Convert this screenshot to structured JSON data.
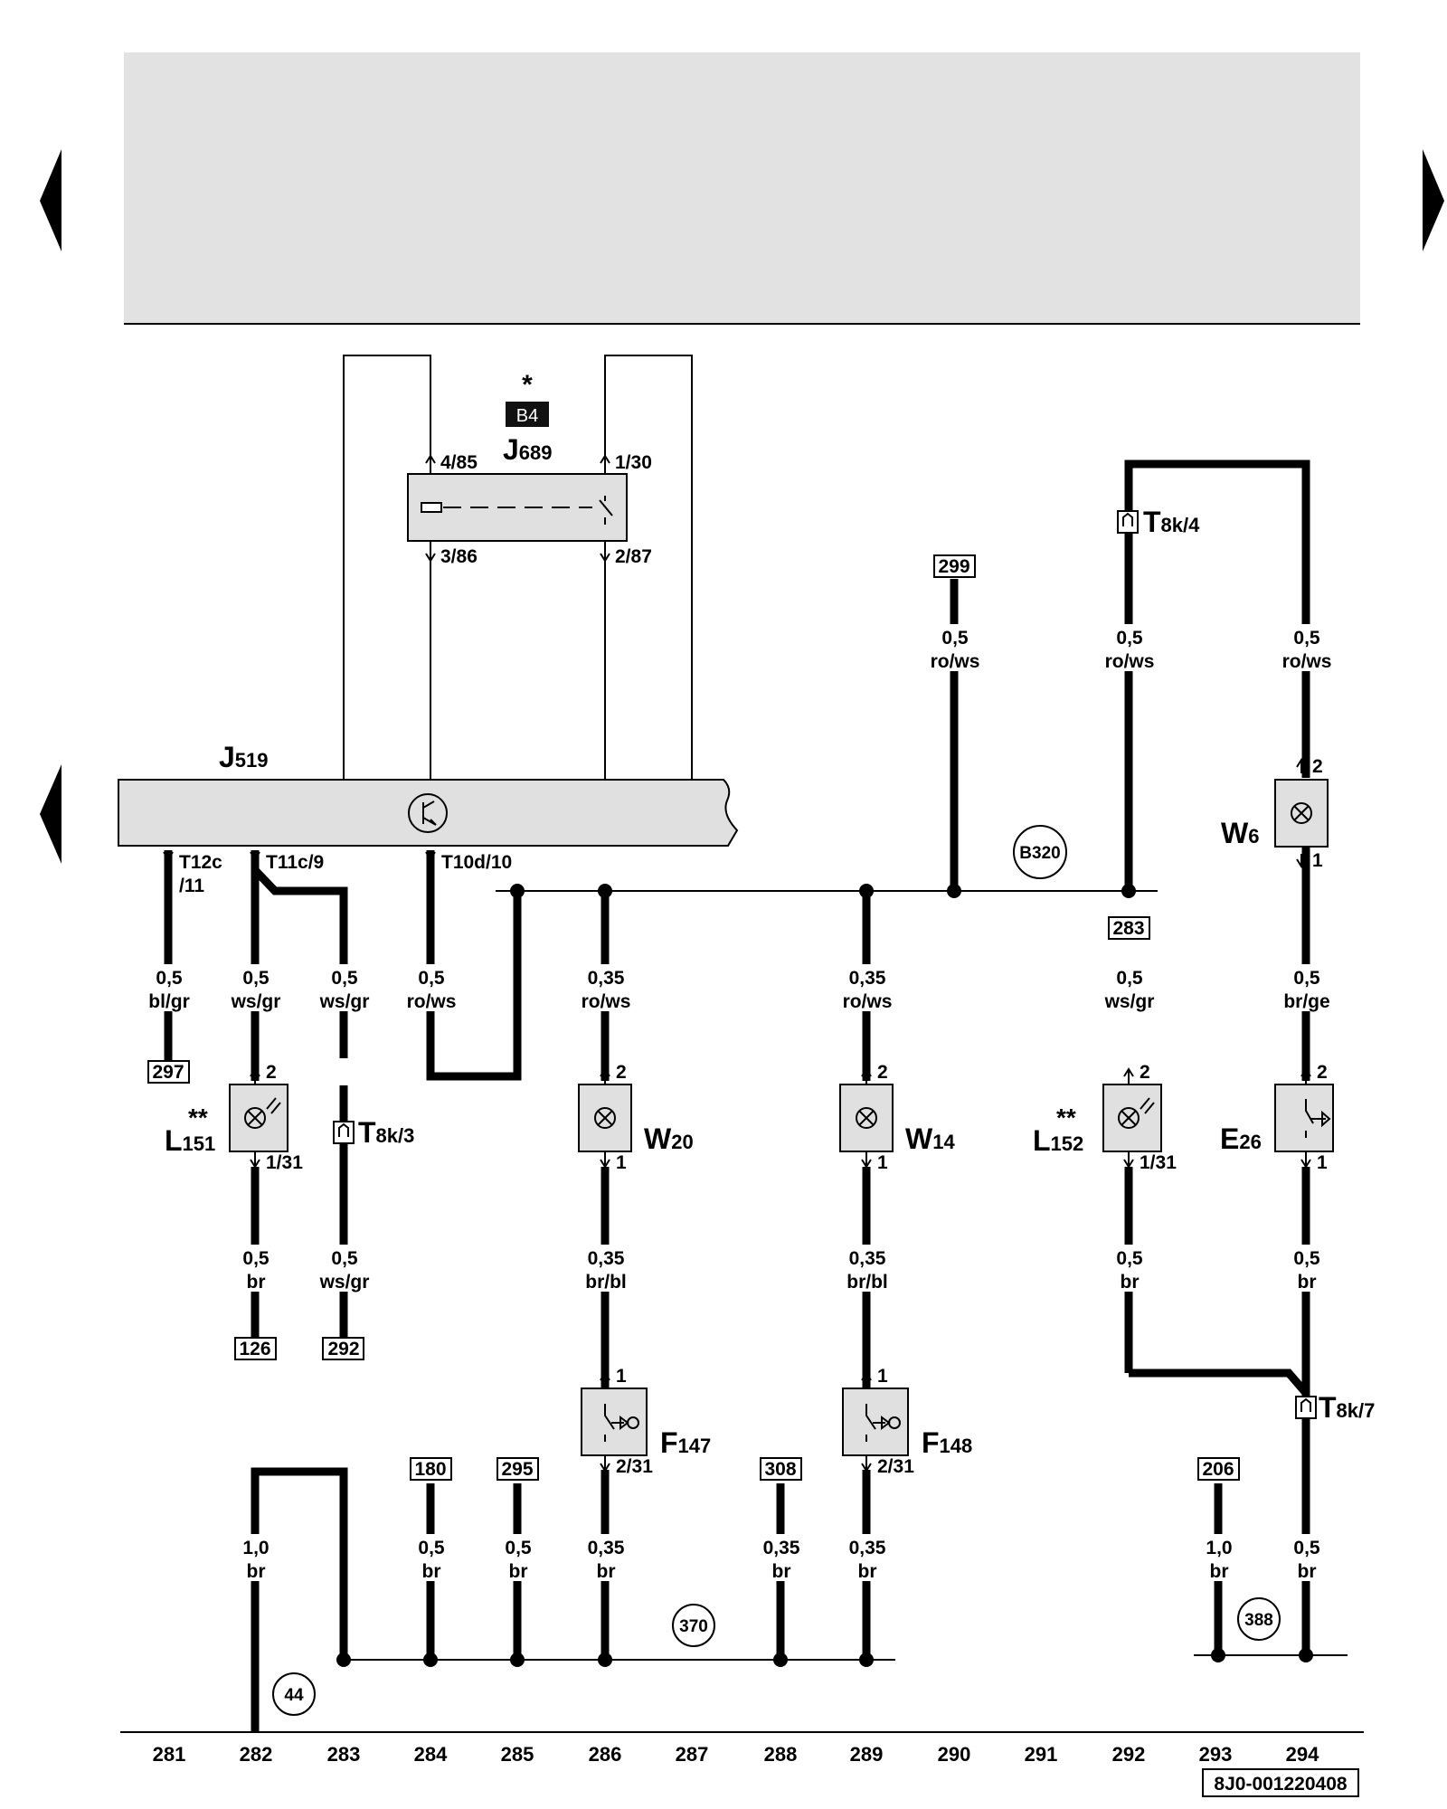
{
  "diagram_id": "8J0-001220408",
  "navigation": {
    "prev_page_arrow": "left-arrow-icon",
    "next_page_arrow": "right-arrow-icon",
    "prev_section_arrow": "left-arrow-icon"
  },
  "components": {
    "j689": {
      "letter": "J",
      "sub": "689",
      "badge": "B4",
      "asterisk": "*",
      "pins": [
        "4/85",
        "1/30",
        "3/86",
        "2/87"
      ]
    },
    "j519": {
      "letter": "J",
      "sub": "519"
    },
    "w6": {
      "letter": "W",
      "sub": "6",
      "pin_top": "2",
      "pin_bottom": "1"
    },
    "w20": {
      "letter": "W",
      "sub": "20",
      "pin_top": "2",
      "pin_bottom": "1"
    },
    "w14": {
      "letter": "W",
      "sub": "14",
      "pin_top": "2",
      "pin_bottom": "1"
    },
    "l151": {
      "letter": "L",
      "sub": "151",
      "mark": "**",
      "pin_top": "2",
      "pin_bottom": "1/31"
    },
    "l152": {
      "letter": "L",
      "sub": "152",
      "mark": "**",
      "pin_top": "2",
      "pin_bottom": "1/31"
    },
    "e26": {
      "letter": "E",
      "sub": "26",
      "pin_top": "2",
      "pin_bottom": "1"
    },
    "f147": {
      "letter": "F",
      "sub": "147",
      "pin_top": "1",
      "pin_bottom": "2/31"
    },
    "f148": {
      "letter": "F",
      "sub": "148",
      "pin_top": "1",
      "pin_bottom": "2/31"
    }
  },
  "connectors": {
    "t12c": {
      "line1": "T12c",
      "line2": "/11"
    },
    "t11c": "T11c/9",
    "t10d": "T10d/10",
    "t8k4": {
      "letter": "T",
      "sub": "8k/4"
    },
    "t8k3": {
      "letter": "T",
      "sub": "8k/3"
    },
    "t8k7": {
      "letter": "T",
      "sub": "8k/7"
    }
  },
  "wires": [
    {
      "size": "0,5",
      "color": "ro/ws"
    },
    {
      "size": "0,5",
      "color": "ro/ws"
    },
    {
      "size": "0,5",
      "color": "ro/ws"
    },
    {
      "size": "0,5",
      "color": "bl/gr"
    },
    {
      "size": "0,5",
      "color": "ws/gr"
    },
    {
      "size": "0,5",
      "color": "ws/gr"
    },
    {
      "size": "0,5",
      "color": "ro/ws"
    },
    {
      "size": "0,35",
      "color": "ro/ws"
    },
    {
      "size": "0,35",
      "color": "ro/ws"
    },
    {
      "size": "0,5",
      "color": "ws/gr"
    },
    {
      "size": "0,5",
      "color": "br/ge"
    },
    {
      "size": "0,5",
      "color": "br"
    },
    {
      "size": "0,5",
      "color": "ws/gr"
    },
    {
      "size": "0,35",
      "color": "br/bl"
    },
    {
      "size": "0,35",
      "color": "br/bl"
    },
    {
      "size": "0,5",
      "color": "br"
    },
    {
      "size": "0,5",
      "color": "br"
    },
    {
      "size": "1,0",
      "color": "br"
    },
    {
      "size": "0,5",
      "color": "br"
    },
    {
      "size": "0,5",
      "color": "br"
    },
    {
      "size": "0,35",
      "color": "br"
    },
    {
      "size": "0,35",
      "color": "br"
    },
    {
      "size": "0,35",
      "color": "br"
    },
    {
      "size": "1,0",
      "color": "br"
    },
    {
      "size": "0,5",
      "color": "br"
    }
  ],
  "references": [
    "299",
    "283",
    "297",
    "126",
    "292",
    "180",
    "295",
    "308",
    "206"
  ],
  "ground_points": [
    "B320",
    "370",
    "44",
    "388"
  ],
  "column_numbers": [
    "281",
    "282",
    "283",
    "284",
    "285",
    "286",
    "287",
    "288",
    "289",
    "290",
    "291",
    "292",
    "293",
    "294"
  ]
}
